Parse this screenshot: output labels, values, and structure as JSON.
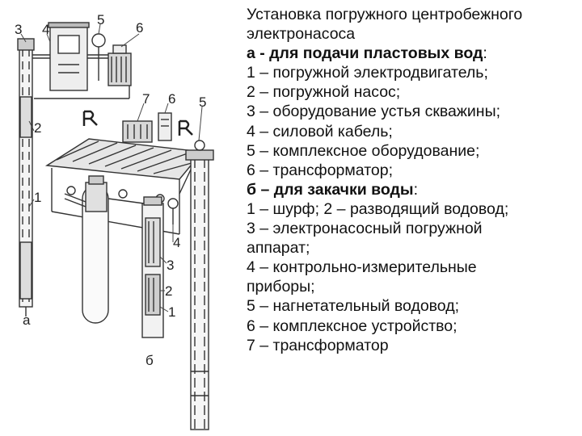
{
  "caption": {
    "title_line1": "Установка погружного центробежного",
    "title_line2": "электронасоса",
    "section_a": "а - для подачи пластовых вод",
    "section_a_colon": ":",
    "a_items": [
      "1 – погружной электродвигатель;",
      "2 – погружной насос;",
      "3 – оборудование устья скважины;",
      "4 – силовой кабель;",
      "5 – комплексное оборудование;",
      "6 – трансформатор;"
    ],
    "section_b": "б – для закачки воды",
    "section_b_colon": ":",
    "b_items": [
      "1 – шурф; 2 – разводящий водовод;",
      "3 – электронасосный погружной",
      "аппарат;",
      "4 – контрольно-измерительные",
      "приборы;",
      "5 – нагнетательный водовод;",
      "6 – комплексное устройство;",
      "7 – трансформатор"
    ]
  },
  "diagram_labels": {
    "a_3": "3",
    "a_4": "4",
    "a_5": "5",
    "a_6": "6",
    "a_2": "2",
    "a_1": "1",
    "a_letter": "а",
    "b_7": "7",
    "b_6": "6",
    "b_5": "5",
    "b_4": "4",
    "b_3": "3",
    "b_2": "2",
    "b_1": "1",
    "b_letter": "б"
  }
}
